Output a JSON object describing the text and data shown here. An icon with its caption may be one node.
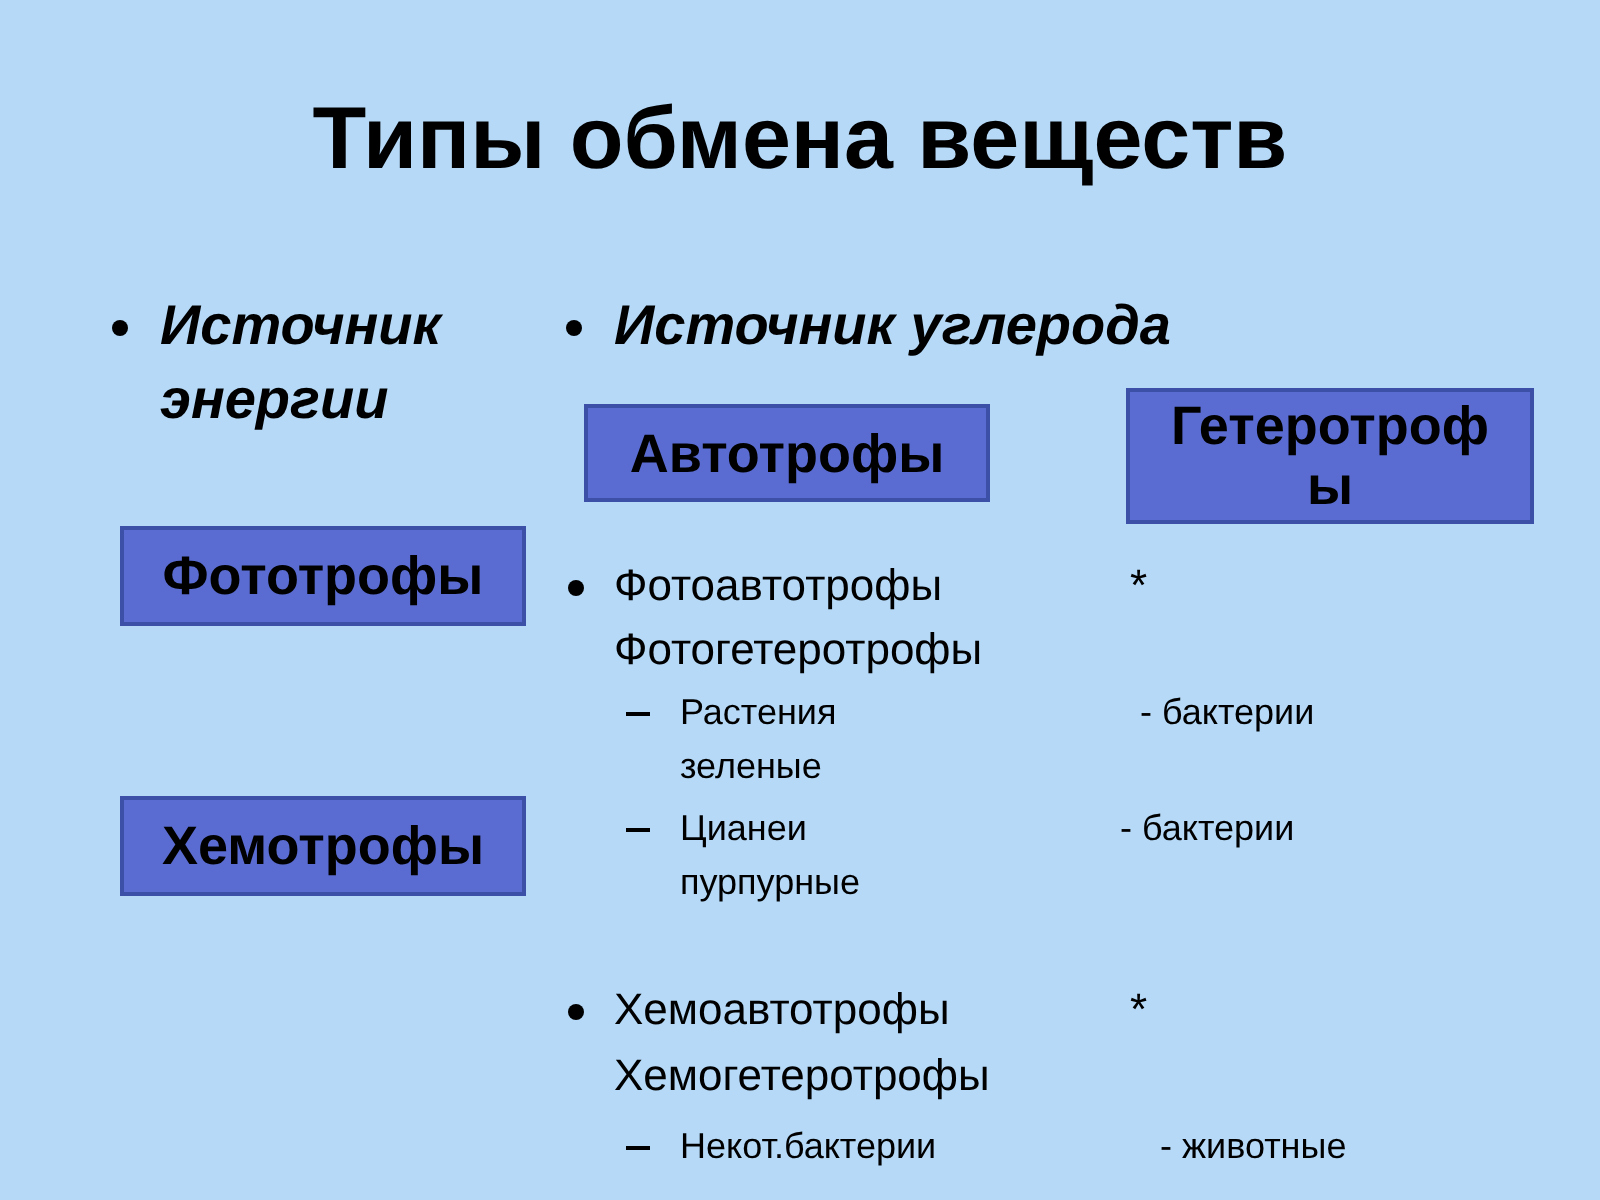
{
  "diagram": {
    "title": "Типы обмена веществ",
    "nodes": [
      {
        "text": [
          "Автотрофы"
        ]
      },
      {
        "text": [
          "Гетеротрофы"
        ]
      },
      {
        "text": [
          "Фототрофы"
        ]
      },
      {
        "text": [
          "Хемотрофы"
        ]
      }
    ],
    "labels": [
      "Источник энергии",
      "Источник углерода",
      "Фотоавтотрофы",
      "*",
      "Фотогетеротрофы",
      "Растения",
      "- бактерии",
      "зеленые",
      "Цианеи",
      "- бактерии",
      "пурпурные",
      "Хемоавтотрофы",
      "*",
      "Хемогетеротрофы",
      "Некот.бактерии",
      "- животные"
    ]
  }
}
